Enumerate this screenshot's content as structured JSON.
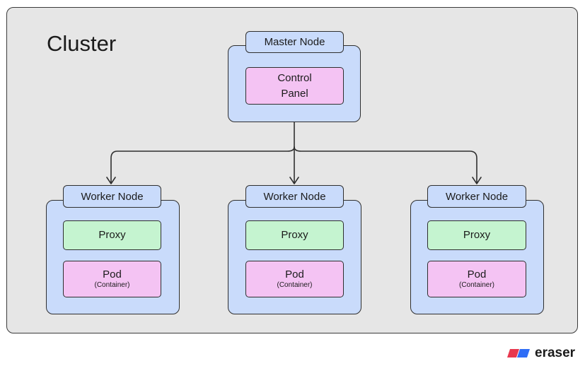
{
  "cluster": {
    "title": "Cluster"
  },
  "master": {
    "label": "Master Node",
    "component_line1": "Control",
    "component_line2": "Panel"
  },
  "workers": [
    {
      "label": "Worker Node",
      "proxy": "Proxy",
      "pod": "Pod",
      "pod_sub": "(Container)"
    },
    {
      "label": "Worker Node",
      "proxy": "Proxy",
      "pod": "Pod",
      "pod_sub": "(Container)"
    },
    {
      "label": "Worker Node",
      "proxy": "Proxy",
      "pod": "Pod",
      "pod_sub": "(Container)"
    }
  ],
  "brand": {
    "name": "eraser",
    "logo_icon": "eraser-logo-icon"
  },
  "colors": {
    "cluster_bg": "#e6e6e6",
    "node_bg": "#c9dbfb",
    "component_pink": "#f4c3f3",
    "component_green": "#c5f4d0",
    "brand_red": "#e8384f",
    "brand_blue": "#2f6df6"
  }
}
